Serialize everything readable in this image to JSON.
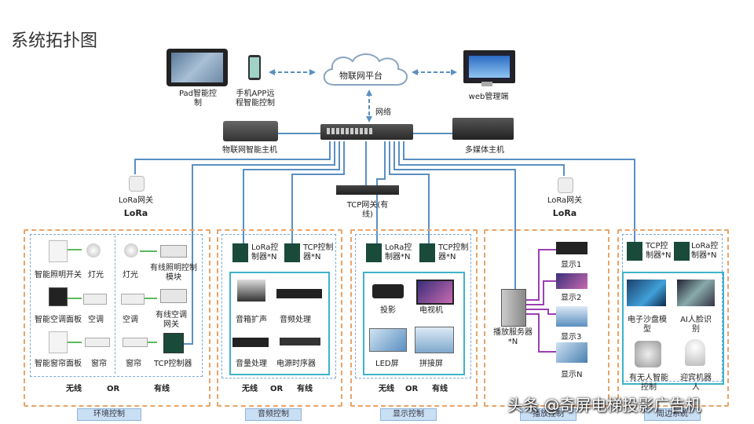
{
  "title": "系统拓扑图",
  "top": {
    "pad_label": "Pad智能控制",
    "app_label": "手机APP远程智能控制",
    "cloud_label": "物联网平台",
    "web_label": "web管理端",
    "network_label": "网络",
    "iot_host_label": "物联网智能主机",
    "media_host_label": "多媒体主机",
    "lora_gw_left": "LoRa网关",
    "lora_gw_right": "LoRa网关",
    "lora_logo": "LoRa",
    "tcp_gw": "TCP网关(有线)"
  },
  "groups": {
    "env": {
      "footer": "环境控制",
      "items": [
        "智能照明开关",
        "灯光",
        "灯光",
        "有线照明控制模块",
        "智能空调面板",
        "空调",
        "空调",
        "有线空调网关",
        "智能窗帘面板",
        "窗帘",
        "窗帘",
        "TCP控制器"
      ],
      "wireless": "无线",
      "or": "OR",
      "wired": "有线"
    },
    "audio": {
      "footer": "音频控制",
      "lora_ctrl": "LoRa控制器*N",
      "tcp_ctrl": "TCP控制器*N",
      "items": [
        "音箱扩声",
        "音频处理",
        "音量处理",
        "电源时序器"
      ],
      "wireless": "无线",
      "or": "OR",
      "wired": "有线"
    },
    "display": {
      "footer": "显示控制",
      "lora_ctrl": "LoRa控制器*N",
      "tcp_ctrl": "TCP控制器*N",
      "items": [
        "投影",
        "电视机",
        "LED屏",
        "拼接屏"
      ],
      "wireless": "无线",
      "or": "OR",
      "wired": "有线"
    },
    "playback": {
      "footer": "播放控制",
      "server": "播放服务器*N",
      "screens": [
        "显示1",
        "显示2",
        "显示3",
        "显示N"
      ]
    },
    "periph": {
      "footer": "周边系统",
      "tcp_ctrl": "TCP控制器*N",
      "lora_ctrl": "LoRa控制器*N",
      "items": [
        "电子沙盘模型",
        "AI人脸识别",
        "有无人智能控制",
        "迎宾机器人"
      ]
    }
  },
  "watermark": "头条 @奇屏电梯投影广告机",
  "colors": {
    "orange_dash": "#e8a46b",
    "blue_line": "#5a8fc2",
    "purple_line": "#9b3fb3",
    "teal_box": "#3fb3c8"
  }
}
